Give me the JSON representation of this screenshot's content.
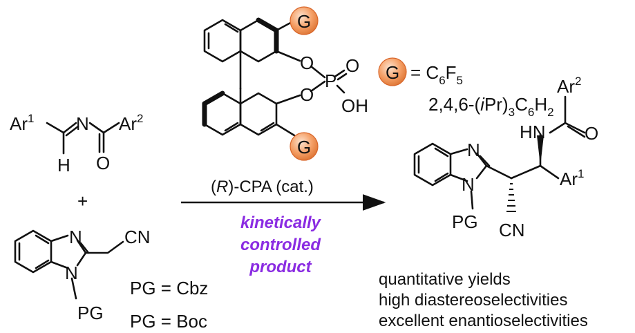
{
  "reactant_imine": {
    "ar1": "Ar",
    "ar1_sup": "1",
    "n": "N",
    "ar2": "Ar",
    "ar2_sup": "2",
    "h": "H",
    "o": "O"
  },
  "plus": "+",
  "reactant_benzimidazole": {
    "n_top": "N",
    "n_bottom": "N",
    "cn": "CN",
    "pg": "PG"
  },
  "protecting_groups": [
    "PG = Cbz",
    "PG = Boc"
  ],
  "catalyst": {
    "g_top": "G",
    "g_bottom": "G",
    "o1": "O",
    "o2": "O",
    "o3": "O",
    "p": "P",
    "oh": "OH"
  },
  "g_definition": {
    "g": "G",
    "eq": "= C",
    "sub6": "6",
    "f": "F",
    "sub5": "5",
    "alt_a": "2,4,6",
    "alt_b": "-(",
    "alt_ipr": "i",
    "alt_c": "Pr)",
    "alt_sub3": "3",
    "alt_d": "C",
    "alt_sub6": "6",
    "alt_e": "H",
    "alt_sub2": "2"
  },
  "arrow": {
    "cond_open": "(",
    "cond_r": "R",
    "cond_rest": ")-CPA (cat.)",
    "note_lines": [
      "kinetically",
      "controlled",
      "product"
    ]
  },
  "product": {
    "n_top": "N",
    "n_bottom": "N",
    "pg": "PG",
    "cn": "CN",
    "hn": "HN",
    "o": "O",
    "ar2": "Ar",
    "ar2_sup": "2",
    "ar1": "Ar",
    "ar1_sup": "1"
  },
  "results": [
    "quantitative yields",
    "high diastereoselectivities",
    "excellent enantioselectivities"
  ],
  "colors": {
    "g_ball": "#f5a067",
    "g_ball_edge": "#d9662a",
    "note": "#8a2be2",
    "ink": "#111111"
  }
}
